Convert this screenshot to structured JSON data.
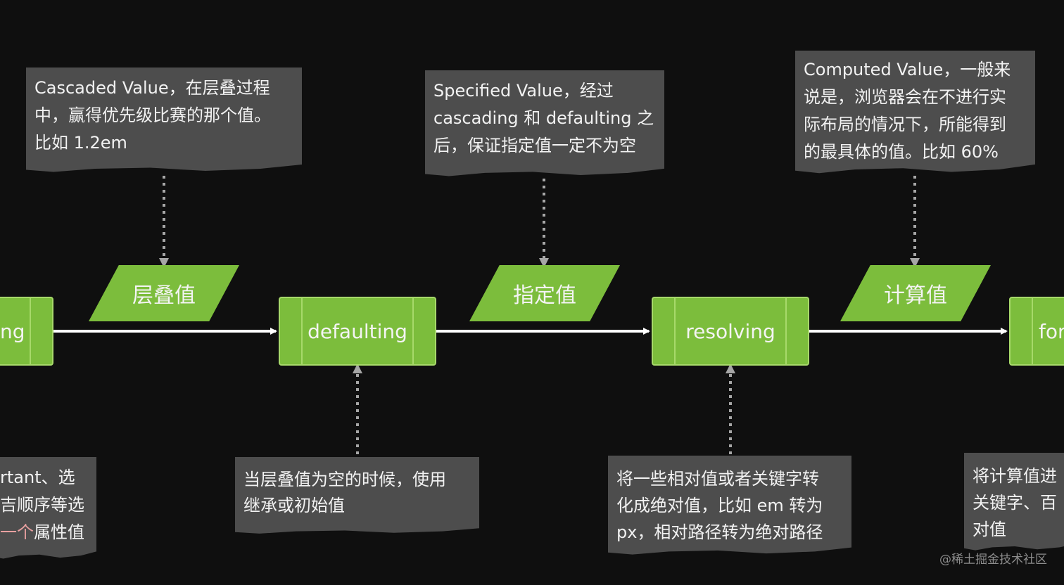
{
  "notes_top": [
    {
      "lines": [
        "Cascaded Value，在层叠过程",
        "中，赢得优先级比赛的那个值。",
        "比如 1.2em"
      ]
    },
    {
      "lines": [
        "Specified Value，经过",
        "cascading 和 defaulting 之",
        "后，保证指定值一定不为空"
      ]
    },
    {
      "lines": [
        "Computed Value，一般来",
        "说是，浏览器会在不进行实",
        "际布局的情况下，所能得到",
        "的最具体的值。比如 60%"
      ]
    }
  ],
  "values": [
    "层叠值",
    "指定值",
    "计算值"
  ],
  "processes": [
    "ng",
    "defaulting",
    "resolving",
    "for"
  ],
  "notes_bottom": [
    {
      "lines": [
        "rtant、选",
        "吉顺序等选"
      ],
      "line3_red": "一个",
      "line3_rest": "属性值"
    },
    {
      "lines": [
        "当层叠值为空的时候，使用",
        "继承或初始值"
      ]
    },
    {
      "lines": [
        "将一些相对值或者关键字转",
        "化成绝对值，比如 em 转为",
        "px，相对路径转为绝对路径"
      ]
    },
    {
      "lines": [
        "将计算值进",
        "关键字、百",
        "对值"
      ]
    }
  ],
  "watermark": "@稀土掘金技术社区",
  "colors": {
    "background": "#0f0f0f",
    "note": "#4d4d4d",
    "green": "#7cbd3c",
    "arrow_white": "#ffffff",
    "arrow_gray": "#a6a6a6"
  }
}
